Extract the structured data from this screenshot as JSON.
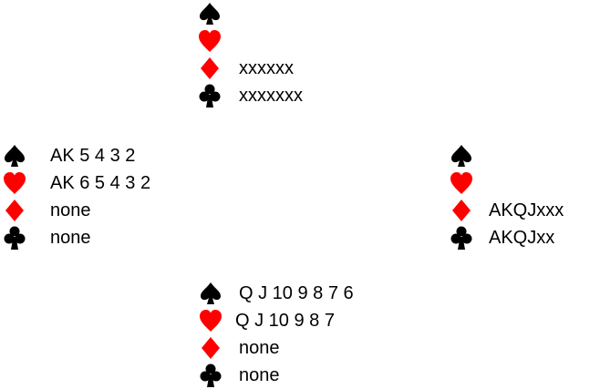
{
  "colors": {
    "black_suit": "#000000",
    "red_suit": "#ff0000"
  },
  "suit_icons": [
    "spade-icon",
    "heart-icon",
    "diamond-icon",
    "club-icon"
  ],
  "hands": {
    "north": {
      "spades": "",
      "hearts": "",
      "diamonds": "xxxxxx",
      "clubs": "xxxxxxx"
    },
    "west": {
      "spades": "AK 5 4 3 2",
      "hearts": "AK 6 5 4 3 2",
      "diamonds": "none",
      "clubs": "none"
    },
    "east": {
      "spades": "",
      "hearts": "",
      "diamonds": "AKQJxxx",
      "clubs": "AKQJxx"
    },
    "south": {
      "spades": "Q J 10 9 8 7 6",
      "hearts": "Q J 10 9 8 7",
      "diamonds": "none",
      "clubs": "none"
    }
  }
}
